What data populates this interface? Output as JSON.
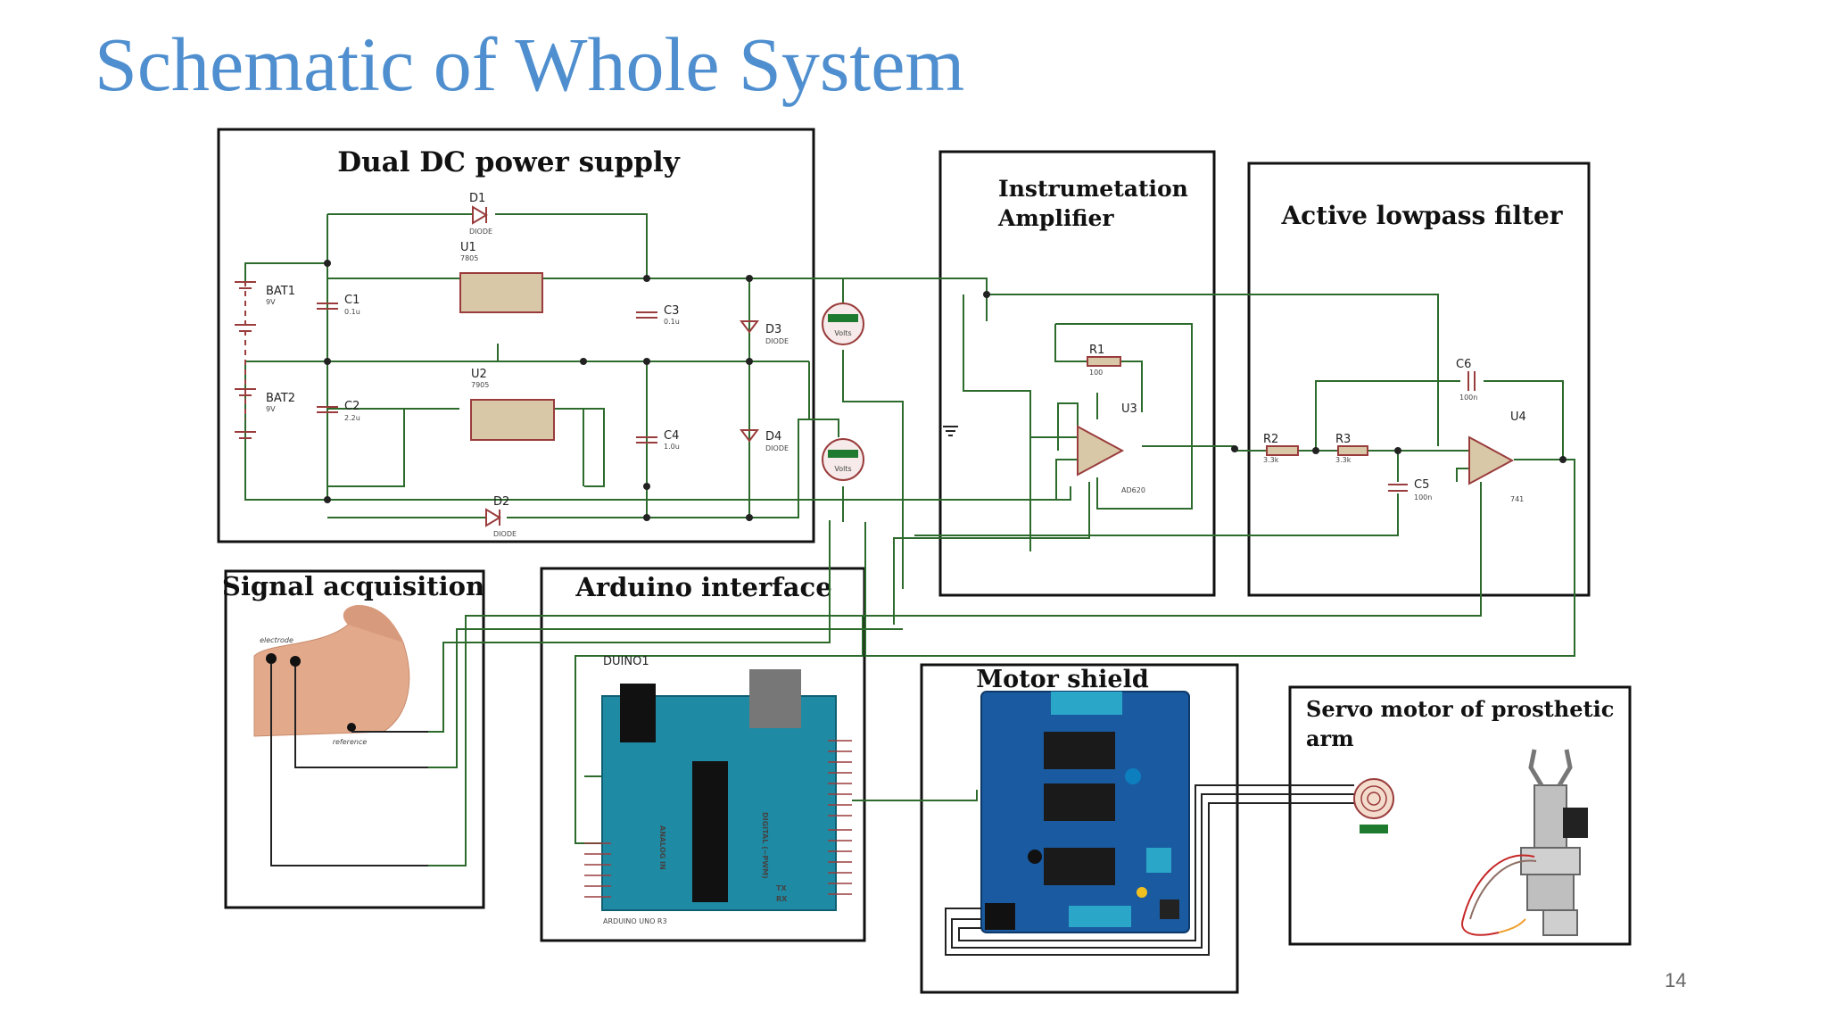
{
  "slide": {
    "title": "Schematic of Whole System",
    "page_number": "14"
  },
  "blocks": {
    "power": "Dual DC power supply",
    "inamp_line1": "Instrumetation",
    "inamp_line2": "Amplifier",
    "lowpass": "Active lowpass filter",
    "signal": "Signal acquisition",
    "arduino": "Arduino interface",
    "motor": "Motor shield",
    "servo_line1": "Servo motor of prosthetic",
    "servo_line2": "arm"
  },
  "components": {
    "D1": "D1",
    "D1_type": "DIODE",
    "U1": "U1",
    "U1_part": "7805",
    "BAT1": "BAT1",
    "BAT1_v": "9V",
    "C1": "C1",
    "C1_v": "0.1u",
    "C3": "C3",
    "C3_v": "0.1u",
    "D3": "D3",
    "D3_type": "DIODE",
    "U2": "U2",
    "U2_part": "7905",
    "BAT2": "BAT2",
    "BAT2_v": "9V",
    "C2": "C2",
    "C2_v": "2.2u",
    "C4": "C4",
    "C4_v": "1.0u",
    "D4": "D4",
    "D4_type": "DIODE",
    "D2": "D2",
    "D2_type": "DIODE",
    "R1": "R1",
    "R1_v": "100",
    "U3": "U3",
    "U3_part": "AD620",
    "R2": "R2",
    "R2_v": "3.3k",
    "R3": "R3",
    "R3_v": "3.3k",
    "C6": "C6",
    "C6_v": "100n",
    "C5": "C5",
    "C5_v": "100n",
    "U4": "U4",
    "U4_part": "741",
    "meter": "Volts",
    "duino": "DUINO1",
    "duino_model": "ARDUINO UNO R3",
    "electrode": "electrode",
    "reference": "reference",
    "analog_in": "ANALOG IN",
    "digital": "DIGITAL (~PWM)",
    "tx": "TX",
    "rx": "RX"
  }
}
